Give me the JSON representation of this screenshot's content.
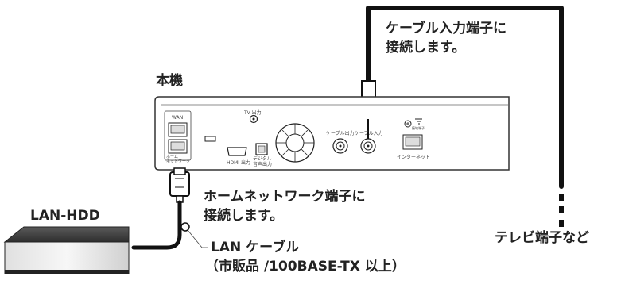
{
  "labels": {
    "device_title": "本機",
    "cable_input_line1": "ケーブル入力端子に",
    "cable_input_line2": "接続します。",
    "home_network_line1": "ホームネットワーク端子に",
    "home_network_line2": "接続します。",
    "lan_hdd": "LAN-HDD",
    "lan_cable_line1": "LAN ケーブル",
    "lan_cable_line2": "（市販品 /100BASE-TX 以上）",
    "tv_terminal": "テレビ端子など"
  },
  "panel_labels": {
    "wan": "WAN",
    "home_network": "ホーム\nネットワーク",
    "tv_out": "TV 出力",
    "hdmi_out": "HDMI 出力",
    "digital_audio": "デジタル\n音声出力",
    "cable_out": "ケーブル出力",
    "cable_in": "ケーブル入力",
    "internet": "インターネット",
    "ground": "接地端子"
  },
  "colors": {
    "cable": "#111111",
    "panel_fill": "#ffffff",
    "panel_stroke": "#333333",
    "hdd_top": "#3a3a3a",
    "text": "#222222"
  }
}
